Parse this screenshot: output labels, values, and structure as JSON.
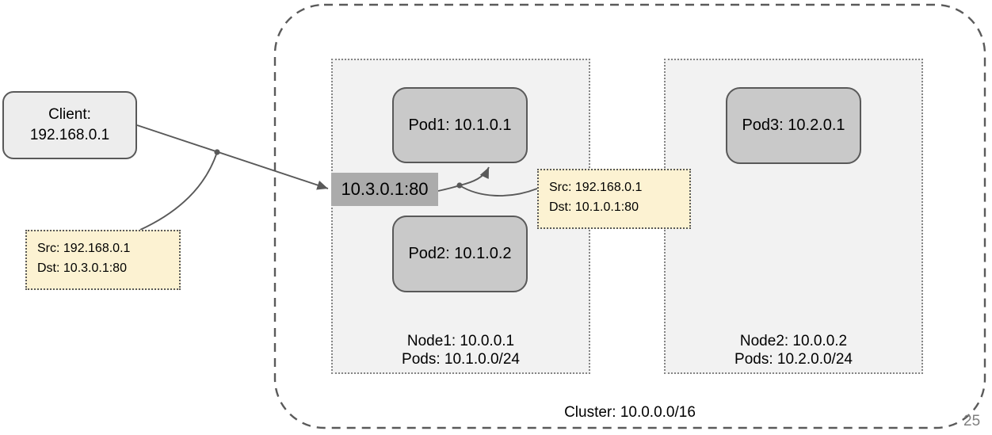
{
  "page": {
    "number": "25"
  },
  "client": {
    "line1": "Client:",
    "line2": "192.168.0.1"
  },
  "service": {
    "label": "10.3.0.1:80"
  },
  "cluster": {
    "label": "Cluster: 10.0.0.0/16"
  },
  "nodes": [
    {
      "title": "Node1: 10.0.0.1",
      "pods": "Pods: 10.1.0.0/24"
    },
    {
      "title": "Node2: 10.0.0.2",
      "pods": "Pods: 10.2.0.0/24"
    }
  ],
  "pods": [
    {
      "label": "Pod1: 10.1.0.1"
    },
    {
      "label": "Pod2: 10.1.0.2"
    },
    {
      "label": "Pod3: 10.2.0.1"
    }
  ],
  "notes": [
    {
      "src": "Src: 192.168.0.1",
      "dst": "Dst: 10.3.0.1:80"
    },
    {
      "src": "Src: 192.168.0.1",
      "dst": "Dst: 10.1.0.1:80"
    }
  ],
  "colors": {
    "line": "#595959",
    "node_fill": "#f2f2f2",
    "pod_fill": "#c9c9c9",
    "client_fill": "#ededed",
    "service_fill": "#ababab",
    "note_fill": "#fcf2d2",
    "page_number_text": "#7f7f7f"
  }
}
